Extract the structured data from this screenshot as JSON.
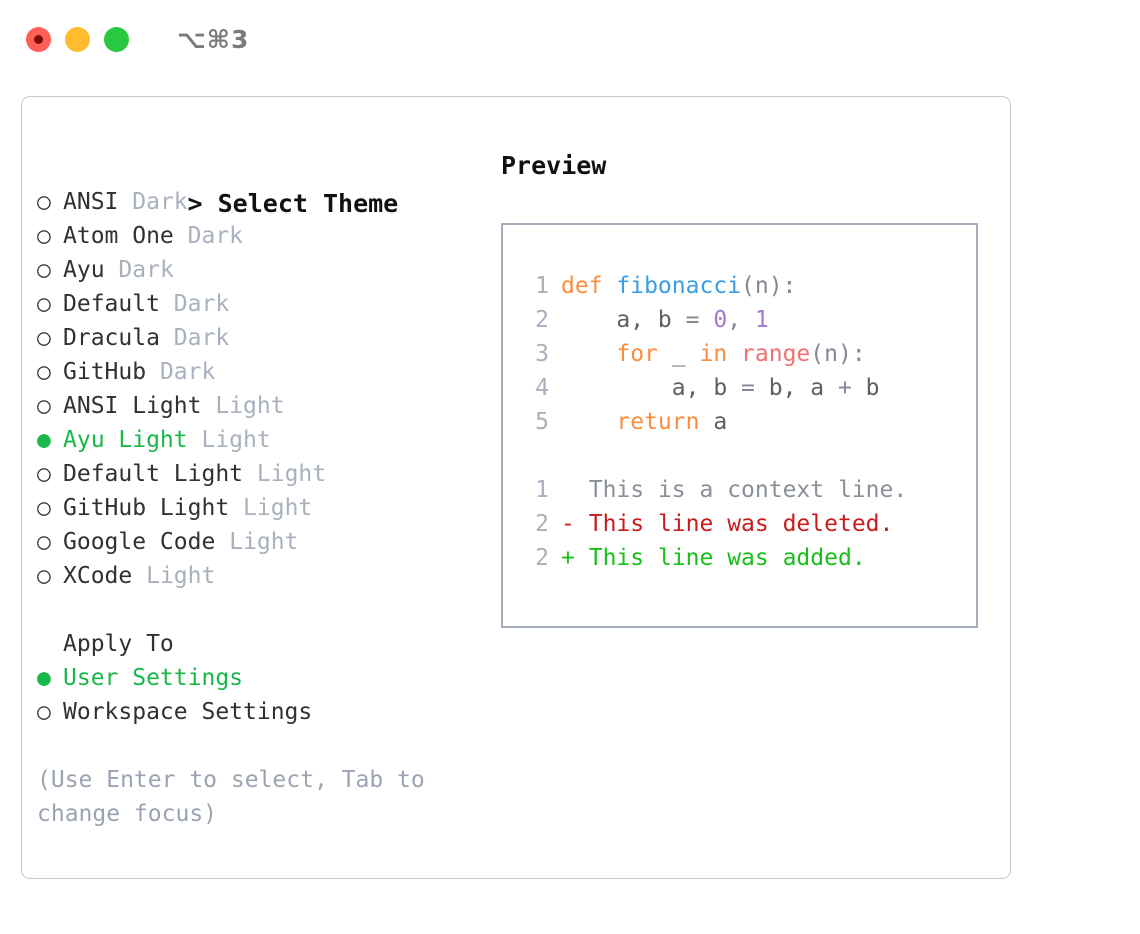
{
  "window": {
    "traffic_lights": [
      "close",
      "minimize",
      "maximize"
    ],
    "shortcut": "⌥⌘3",
    "colors": {
      "close": "#ff5f57",
      "minimize": "#febc2e",
      "maximize": "#28c840",
      "accent_green": "#18b849",
      "muted": "#a9b1be",
      "border": "#c3cad6"
    }
  },
  "theme_select": {
    "header": "> Select Theme",
    "header_prefix": ">",
    "header_label": "Select Theme",
    "markers": {
      "selected": "●",
      "unselected": "○"
    },
    "items": [
      {
        "marker": "○",
        "name": "ANSI",
        "variant": "Dark",
        "selected": false
      },
      {
        "marker": "○",
        "name": "Atom One",
        "variant": "Dark",
        "selected": false
      },
      {
        "marker": "○",
        "name": "Ayu",
        "variant": "Dark",
        "selected": false
      },
      {
        "marker": "○",
        "name": "Default",
        "variant": "Dark",
        "selected": false
      },
      {
        "marker": "○",
        "name": "Dracula",
        "variant": "Dark",
        "selected": false
      },
      {
        "marker": "○",
        "name": "GitHub",
        "variant": "Dark",
        "selected": false
      },
      {
        "marker": "○",
        "name": "ANSI Light",
        "variant": "Light",
        "selected": false
      },
      {
        "marker": "●",
        "name": "Ayu Light",
        "variant": "Light",
        "selected": true
      },
      {
        "marker": "○",
        "name": "Default Light",
        "variant": "Light",
        "selected": false
      },
      {
        "marker": "○",
        "name": "GitHub Light",
        "variant": "Light",
        "selected": false
      },
      {
        "marker": "○",
        "name": "Google Code",
        "variant": "Light",
        "selected": false
      },
      {
        "marker": "○",
        "name": "XCode",
        "variant": "Light",
        "selected": false
      }
    ]
  },
  "apply_to": {
    "title": "Apply To",
    "items": [
      {
        "marker": "●",
        "label": "User Settings",
        "selected": true
      },
      {
        "marker": "○",
        "label": "Workspace Settings",
        "selected": false
      }
    ]
  },
  "hint": "(Use Enter to select, Tab to change focus)",
  "preview": {
    "title": "Preview",
    "code_lines": [
      {
        "number": "1",
        "tokens": [
          {
            "text": "def ",
            "type": "kw"
          },
          {
            "text": "fibonacci",
            "type": "fn"
          },
          {
            "text": "(n):",
            "type": "punct"
          }
        ]
      },
      {
        "number": "2",
        "tokens": [
          {
            "text": "    a, b ",
            "type": "var"
          },
          {
            "text": "= ",
            "type": "op"
          },
          {
            "text": "0",
            "type": "num"
          },
          {
            "text": ", ",
            "type": "punct"
          },
          {
            "text": "1",
            "type": "num"
          }
        ]
      },
      {
        "number": "3",
        "tokens": [
          {
            "text": "    ",
            "type": "var"
          },
          {
            "text": "for ",
            "type": "kw"
          },
          {
            "text": "_ ",
            "type": "var"
          },
          {
            "text": "in ",
            "type": "kw"
          },
          {
            "text": "range",
            "type": "builtin"
          },
          {
            "text": "(n):",
            "type": "punct"
          }
        ]
      },
      {
        "number": "4",
        "tokens": [
          {
            "text": "        a, b ",
            "type": "var"
          },
          {
            "text": "= ",
            "type": "op"
          },
          {
            "text": "b, a ",
            "type": "var"
          },
          {
            "text": "+ ",
            "type": "op"
          },
          {
            "text": "b",
            "type": "var"
          }
        ]
      },
      {
        "number": "5",
        "tokens": [
          {
            "text": "    ",
            "type": "var"
          },
          {
            "text": "return ",
            "type": "kw"
          },
          {
            "text": "a",
            "type": "var"
          }
        ]
      }
    ],
    "diff_lines": [
      {
        "number": "1",
        "sign": " ",
        "text": "This is a context line.",
        "type": "context"
      },
      {
        "number": "2",
        "sign": "-",
        "text": "This line was deleted.",
        "type": "deleted"
      },
      {
        "number": "2",
        "sign": "+",
        "text": "This line was added.",
        "type": "added"
      }
    ]
  }
}
